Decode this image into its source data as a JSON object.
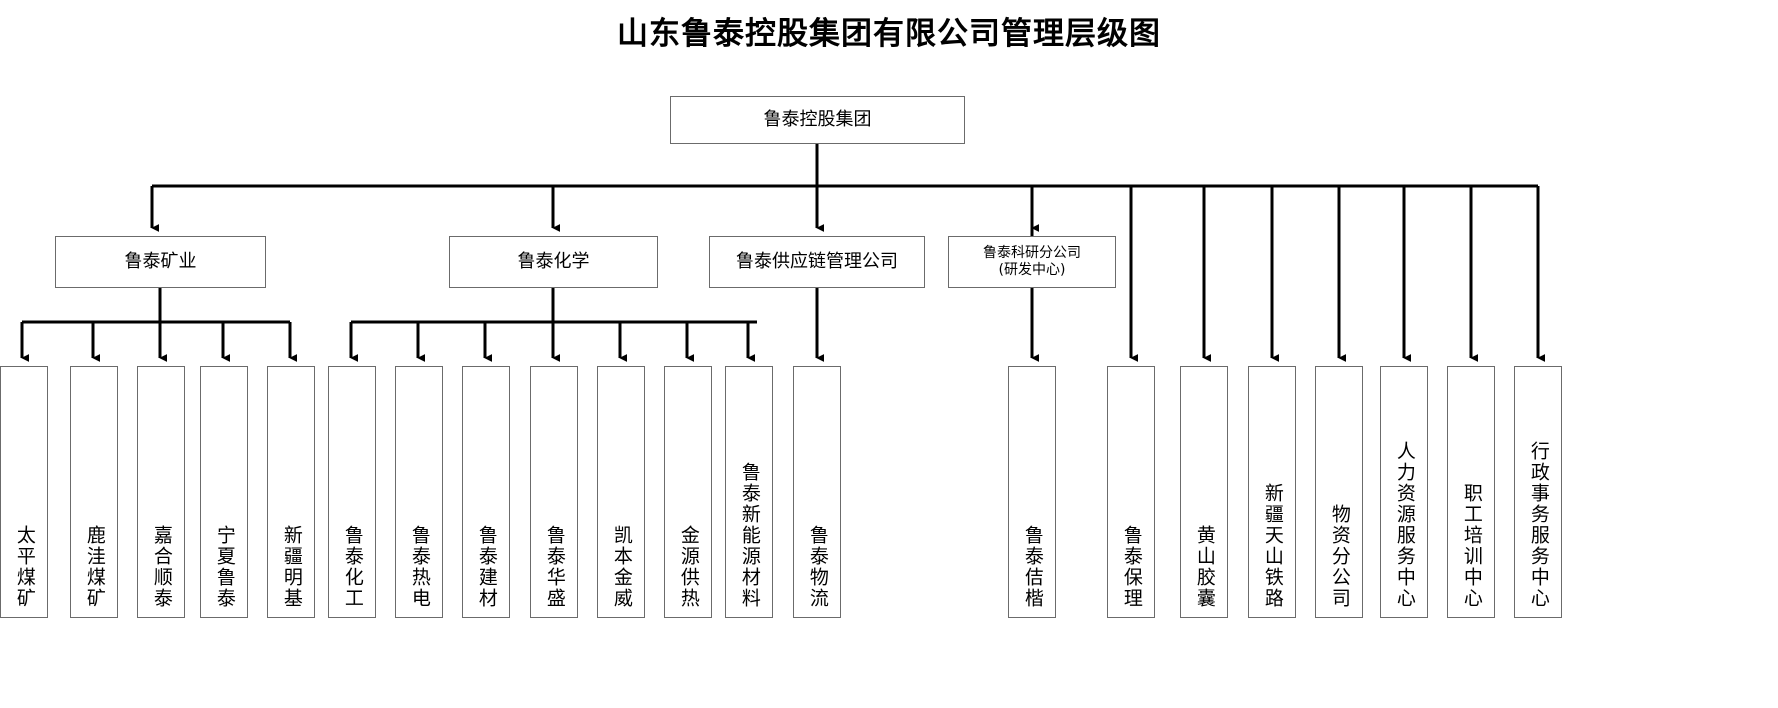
{
  "title": "山东鲁泰控股集团有限公司管理层级图",
  "colors": {
    "box_border": "#6b6b6b",
    "box_fill": "#ffffff",
    "connector": "#000000",
    "text": "#000000"
  },
  "root": {
    "label": "鲁泰控股集团"
  },
  "divisions": [
    {
      "id": "mining",
      "label": "鲁泰矿业"
    },
    {
      "id": "chemistry",
      "label": "鲁泰化学"
    },
    {
      "id": "supplychain",
      "label": "鲁泰供应链管理公司"
    },
    {
      "id": "research",
      "label": "鲁泰科研分公司\n(研发中心)"
    }
  ],
  "leaves": {
    "mining": [
      {
        "label": "太平煤矿"
      },
      {
        "label": "鹿洼煤矿"
      },
      {
        "label": "嘉合顺泰"
      },
      {
        "label": "宁夏鲁泰"
      },
      {
        "label": "新疆明基"
      }
    ],
    "chemistry": [
      {
        "label": "鲁泰化工"
      },
      {
        "label": "鲁泰热电"
      },
      {
        "label": "鲁泰建材"
      },
      {
        "label": "鲁泰华盛"
      },
      {
        "label": "凯本金威"
      },
      {
        "label": "金源供热"
      },
      {
        "label": "鲁泰新能源材料"
      }
    ],
    "supplychain": [
      {
        "label": "鲁泰物流"
      }
    ],
    "group_direct": [
      {
        "label": "鲁泰佶楷"
      },
      {
        "label": "鲁泰保理"
      },
      {
        "label": "黄山胶囊"
      },
      {
        "label": "新疆天山铁路"
      },
      {
        "label": "物资分公司"
      },
      {
        "label": "人力资源服务中心"
      },
      {
        "label": "职工培训中心"
      },
      {
        "label": "行政事务服务中心"
      }
    ]
  }
}
